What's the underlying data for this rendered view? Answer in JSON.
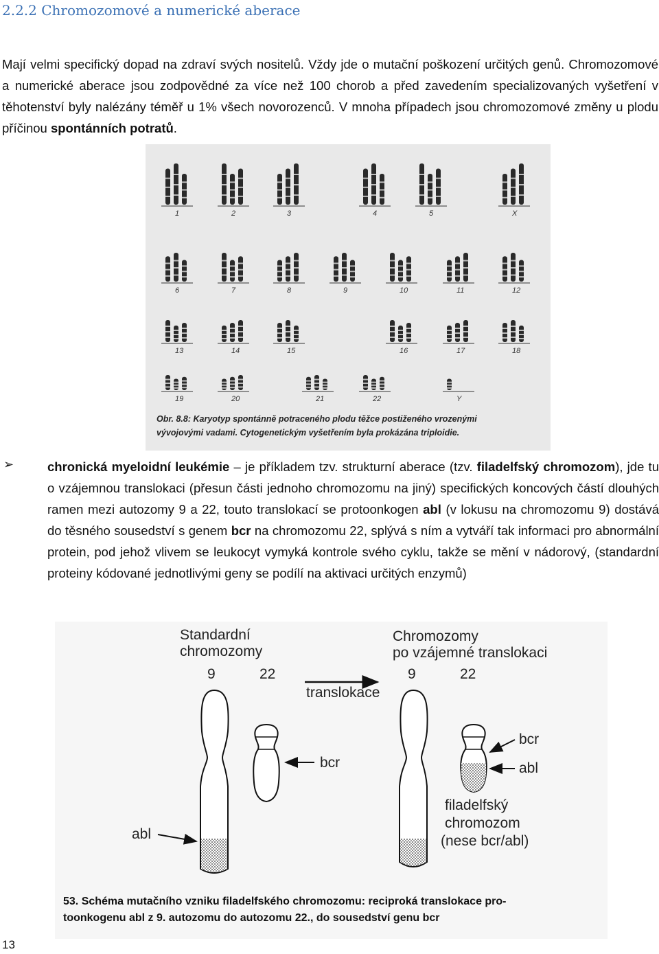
{
  "heading": "2.2.2 Chromozomové a numerické aberace",
  "paragraph": {
    "text": "Mají velmi specifický dopad na zdraví svých nositelů. Vždy jde o mutační poškození určitých genů. Chromozomové a numerické aberace jsou zodpovědné za více než 100 chorob a před zavedením specializovaných vyšetření v těhotenství byly nalézány téměř u 1% všech novorozenců. V mnoha případech jsou chromozomové změny u plodu příčinou ",
    "bold": "spontánních potratů",
    "end": "."
  },
  "karyotype_figure": {
    "labels": [
      "1",
      "2",
      "3",
      "4",
      "5",
      "X",
      "6",
      "7",
      "8",
      "9",
      "10",
      "11",
      "12",
      "13",
      "14",
      "15",
      "16",
      "17",
      "18",
      "19",
      "20",
      "21",
      "22",
      "Y"
    ],
    "caption_line1": "Obr. 8.8: Karyotyp spontánně potraceného plodu těžce postiženého vrozenými",
    "caption_line2": "vývojovými vadami. Cytogenetickým vyšetřením byla prokázána triploidie."
  },
  "bullet": {
    "bold1": "chronická myeloidní leukémie",
    "text1": " – je příkladem tzv. strukturní aberace (tzv. ",
    "bold2": "filadelfský chromozom",
    "text2": "), jde tu o vzájemnou translokaci (přesun části jednoho chromozomu na jiný) specifických koncových částí dlouhých ramen mezi autozomy 9 a 22, touto translokací se protoonkogen ",
    "bold3": "abl",
    "text3": " (v lokusu na chromozomu 9) dostává do těsného sousedství s genem ",
    "bold4": "bcr",
    "text4": " na chromozomu 22, splývá s ním a vytváří tak informaci pro abnormální protein, pod jehož vlivem se leukocyt vymyká kontrole svého cyklu, takže se mění v nádorový, (standardní proteiny kódované jednotlivými geny se podílí na aktivaci určitých enzymů)"
  },
  "translocation_figure": {
    "left_title_line1": "Standardní",
    "left_title_line2": "chromozomy",
    "right_title_line1": "Chromozomy",
    "right_title_line2": "po vzájemné translokaci",
    "num9": "9",
    "num22": "22",
    "arrow_label": "translokace",
    "bcr": "bcr",
    "abl": "abl",
    "ph_line1": "filadelfský",
    "ph_line2": "chromozom",
    "ph_line3": "(nese bcr/abl)",
    "caption_line1": "53. Schéma mutačního vzniku filadelfského chromozomu: reciproká translokace pro-",
    "caption_line2": "toonkogenu abl z 9. autozomu do autozomu 22., do sousedství genu bcr"
  },
  "page_number": "13"
}
